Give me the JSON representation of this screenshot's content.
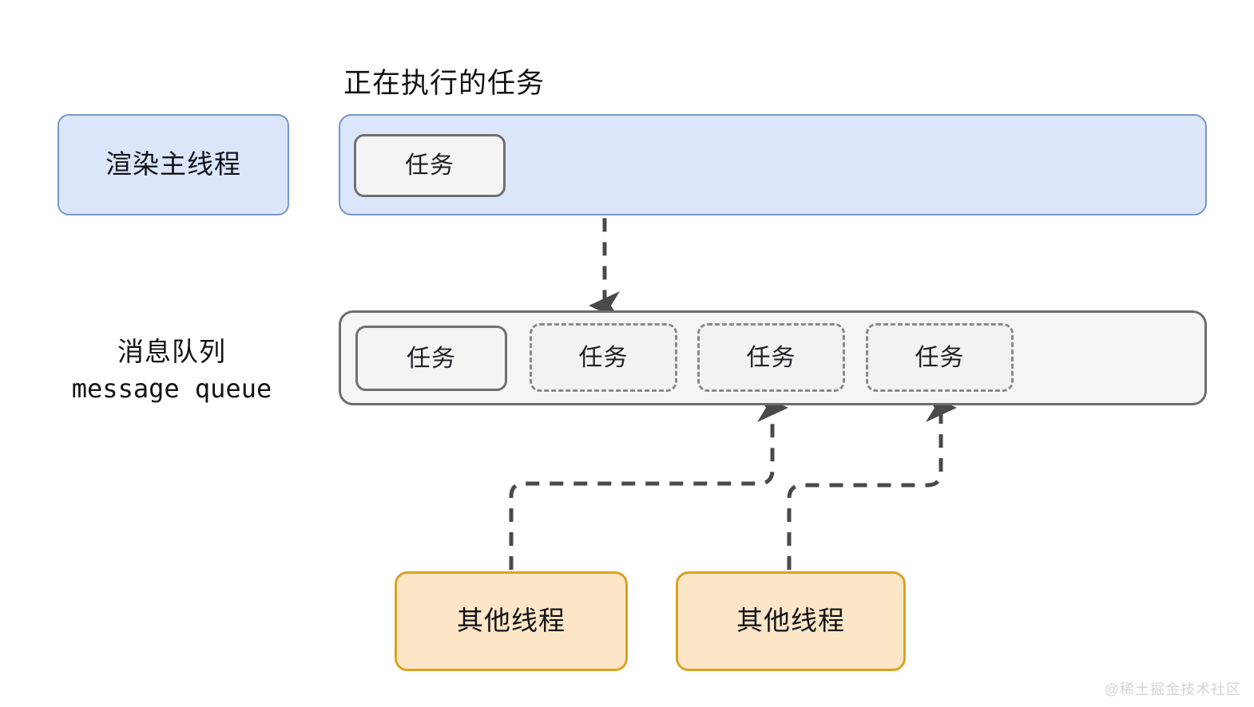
{
  "diagram": {
    "title": "正在执行的任务",
    "watermark": "@稀土掘金技术社区",
    "colors": {
      "blue_fill": "#dbe6fa",
      "blue_border": "#7797ca",
      "queue_fill": "#f5f5f5",
      "queue_border": "#6d6d6d",
      "task_fill": "#f4f4f4",
      "task_border_solid": "#707070",
      "task_border_dashed": "#8a8a8a",
      "orange_fill": "#fce6c7",
      "orange_border": "#d9a322",
      "arrow": "#4a4a4a",
      "watermark": "#d2d4d8"
    }
  },
  "main_thread": {
    "label": "渲染主线程",
    "running_task": "任务"
  },
  "message_queue": {
    "label_cn": "消息队列",
    "label_en": "message queue",
    "tasks": [
      {
        "label": "任务",
        "state": "solid"
      },
      {
        "label": "任务",
        "state": "dashed"
      },
      {
        "label": "任务",
        "state": "dashed"
      },
      {
        "label": "任务",
        "state": "dashed"
      }
    ]
  },
  "worker_threads": [
    {
      "label": "其他线程"
    },
    {
      "label": "其他线程"
    }
  ]
}
